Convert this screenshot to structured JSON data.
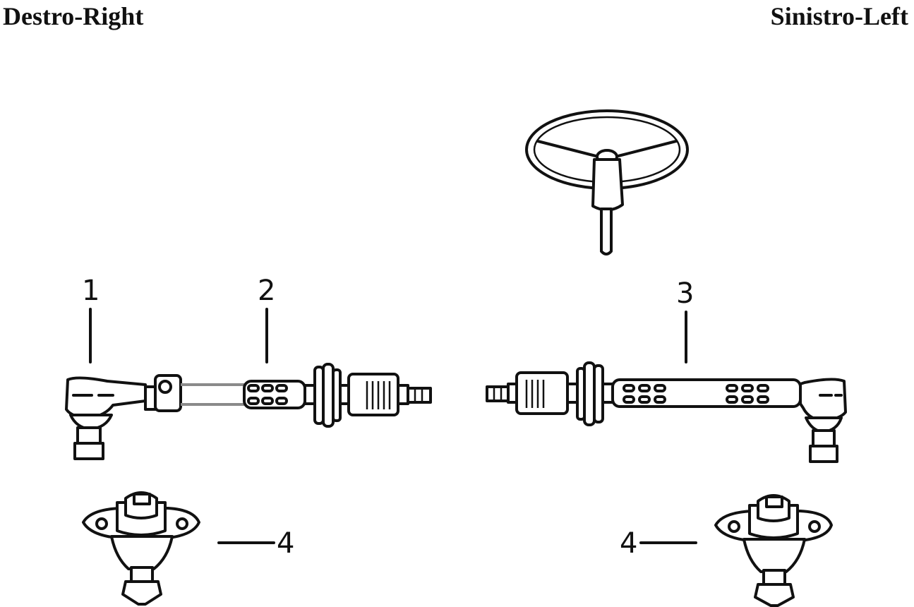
{
  "headers": {
    "right_side": "Destro-Right",
    "left_side": "Sinistro-Left"
  },
  "callouts": [
    "1",
    "2",
    "3",
    "4",
    "4"
  ],
  "icons": {
    "steering_wheel": "steering-wheel-icon",
    "tie_rod_end": "tie-rod-end-icon",
    "tie_rod": "tie-rod-icon",
    "ball_joint": "ball-joint-icon"
  }
}
